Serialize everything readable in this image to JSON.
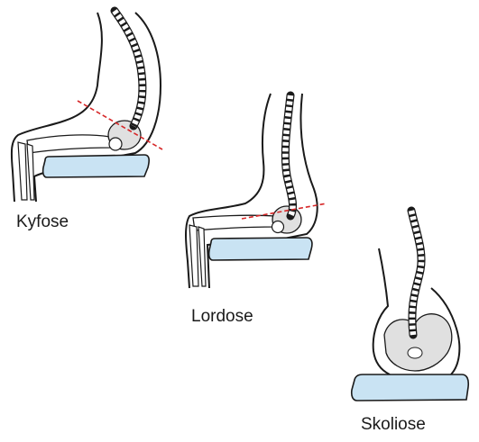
{
  "figures": [
    {
      "id": "kyfose",
      "label": "Kyfose"
    },
    {
      "id": "lordose",
      "label": "Lordose"
    },
    {
      "id": "skoliose",
      "label": "Skoliose"
    }
  ],
  "colors": {
    "cushion_fill": "#c9e3f3",
    "cushion_stroke": "#1a1a1a",
    "outline": "#1a1a1a",
    "bone": "#ffffff",
    "bone_shade": "#d8d8d8",
    "axis_line": "#d62728"
  }
}
